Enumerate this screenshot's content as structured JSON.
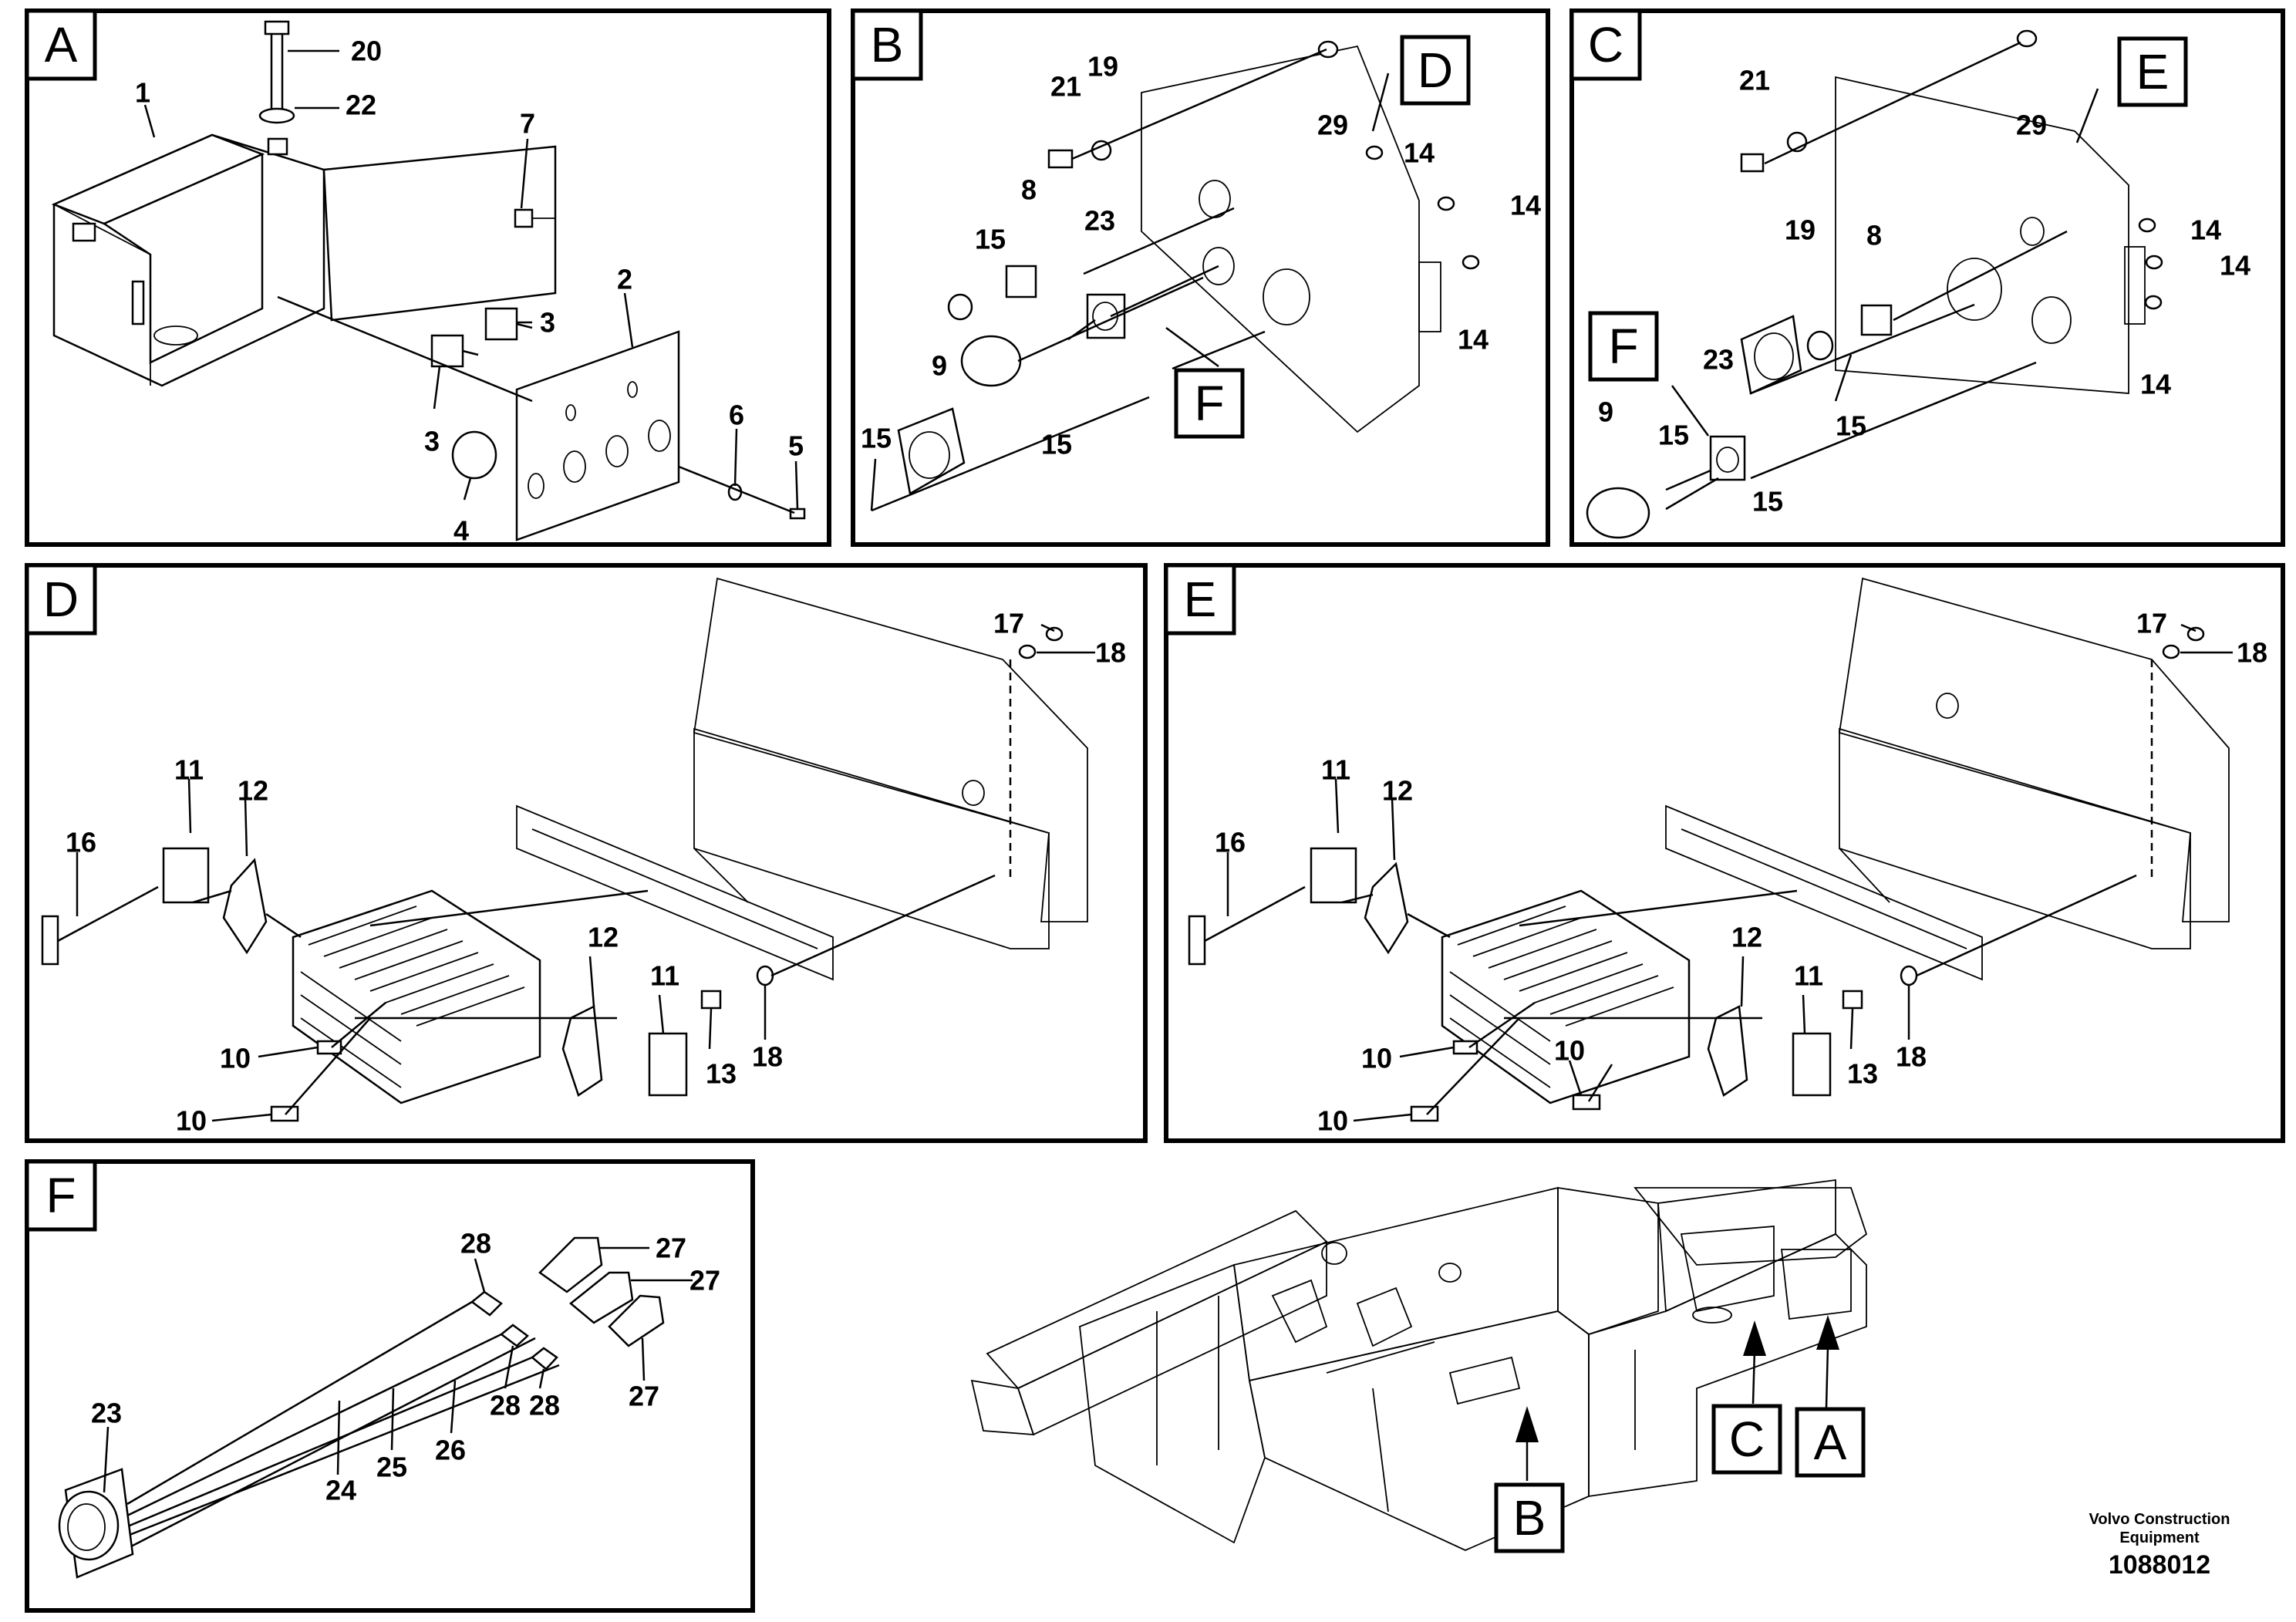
{
  "panels": [
    {
      "id": "A",
      "label": "A"
    },
    {
      "id": "B",
      "label": "B"
    },
    {
      "id": "C",
      "label": "C"
    },
    {
      "id": "D",
      "label": "D"
    },
    {
      "id": "E",
      "label": "E"
    },
    {
      "id": "F",
      "label": "F"
    }
  ],
  "callouts": {
    "B_D": "D",
    "B_F": "F",
    "C_E": "E",
    "C_F": "F",
    "overview_A": "A",
    "overview_B": "B",
    "overview_C": "C"
  },
  "parts": {
    "A": [
      "20",
      "22",
      "1",
      "7",
      "3",
      "2",
      "3",
      "6",
      "5",
      "4"
    ],
    "B": [
      "21",
      "19",
      "29",
      "14",
      "14",
      "8",
      "23",
      "14",
      "15",
      "9",
      "15",
      "15"
    ],
    "C": [
      "21",
      "29",
      "19",
      "14",
      "8",
      "14",
      "14",
      "23",
      "9",
      "15",
      "15",
      "15"
    ],
    "D": [
      "17",
      "18",
      "11",
      "12",
      "16",
      "12",
      "11",
      "10",
      "13",
      "18",
      "10"
    ],
    "E": [
      "17",
      "18",
      "11",
      "12",
      "16",
      "12",
      "11",
      "10",
      "10",
      "13",
      "18",
      "10"
    ],
    "F": [
      "28",
      "27",
      "27",
      "27",
      "23",
      "28",
      "28",
      "24",
      "25",
      "26"
    ]
  },
  "footer": {
    "company_line1": "Volvo Construction",
    "company_line2": "Equipment",
    "drawing_number": "1088012"
  }
}
